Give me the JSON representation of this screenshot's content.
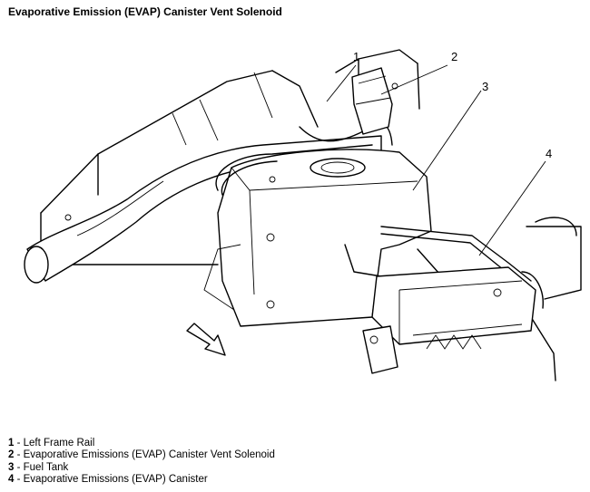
{
  "title": "Evaporative Emission (EVAP) Canister Vent Solenoid",
  "callouts": [
    "1",
    "2",
    "3",
    "4"
  ],
  "legend": [
    {
      "num": "1",
      "sep": " - ",
      "text": "Left Frame Rail"
    },
    {
      "num": "2",
      "sep": " - ",
      "text": "Evaporative Emissions (EVAP) Canister Vent Solenoid"
    },
    {
      "num": "3",
      "sep": " - ",
      "text": "Fuel Tank"
    },
    {
      "num": "4",
      "sep": " - ",
      "text": "Evaporative Emissions (EVAP) Canister"
    }
  ]
}
